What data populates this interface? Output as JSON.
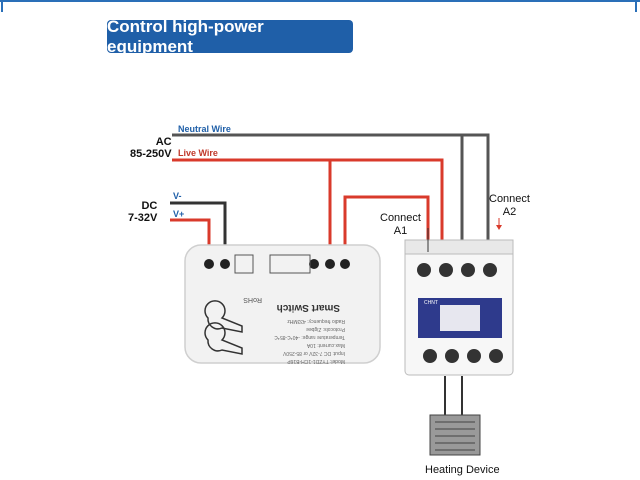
{
  "title": "Control high-power equipment",
  "ac_label": "AC",
  "ac_voltage": "85-250V",
  "neutral_label": "Neutral Wire",
  "live_label": "Live Wire",
  "dc_label": "DC",
  "dc_voltage": "7-32V",
  "vminus_label": "V-",
  "vplus_label": "V+",
  "connect_a1_line1": "Connect",
  "connect_a1_line2": "A1",
  "connect_a2_line1": "Connect",
  "connect_a2_line2": "A2",
  "heating_label": "Heating Device",
  "switch_name": "Smart Switch",
  "switch_rohs": "RoHS",
  "switch_specs": [
    "Model: TYZD1-1CH-B16P",
    "Input: DC 7-32V or 85-250V",
    "Max.current: 10A",
    "Temperature range: -40℃-85℃",
    "Protocols: Zigbee",
    "Radio frequency: 433MHz"
  ],
  "contactor_brand": "CHNT",
  "colors": {
    "title_bg": "#1f5fa8",
    "neutral": "#555555",
    "live": "#d93a2b",
    "dc_neg": "#333333",
    "dc_pos": "#d93a2b"
  }
}
